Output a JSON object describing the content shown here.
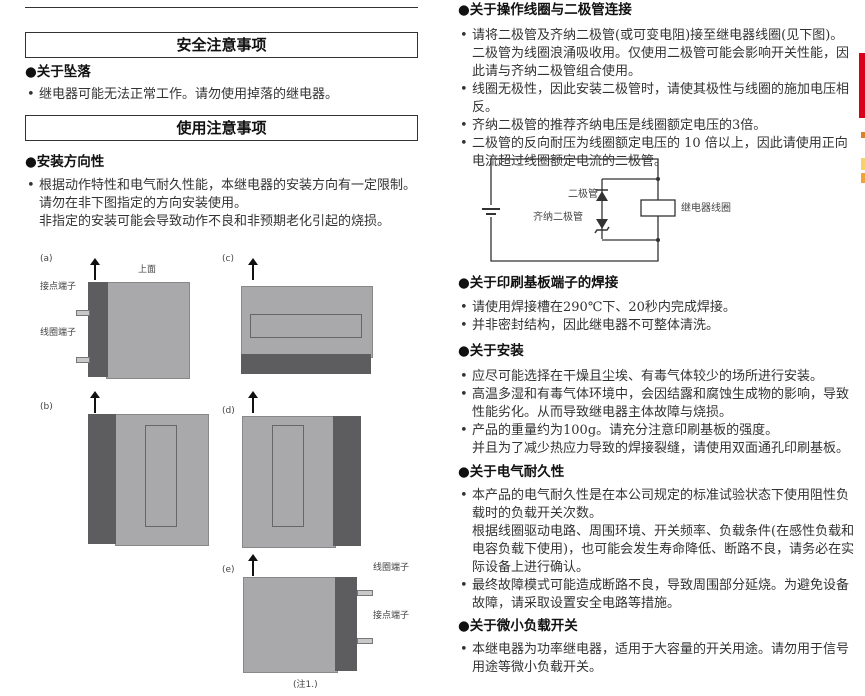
{
  "left": {
    "safety_title": "安全注意事项",
    "fall": {
      "heading": "●关于坠落",
      "bullets": [
        "继电器可能无法正常工作。请勿使用掉落的继电器。"
      ]
    },
    "usage_title": "使用注意事项",
    "orientation": {
      "heading": "●安装方向性",
      "lines": [
        "根据动作特性和电气耐久性能，本继电器的安装方向有一定限制。",
        "请勿在非下图指定的方向安装使用。",
        "非指定的安装可能会导致动作不良和非预期老化引起的烧损。"
      ]
    },
    "figure": {
      "labels": [
        "(a)",
        "(b)",
        "(c)",
        "(d)",
        "(e)"
      ],
      "top_label": "上面",
      "contact_terminal": "接点端子",
      "coil_terminal": "线圈端子",
      "note": "(注1.)"
    }
  },
  "right": {
    "diode": {
      "heading": "●关于操作线圈与二极管连接",
      "bullets": [
        [
          "请将二极管及齐纳二极管(或可变电阻)接至继电器线圈(见下图)。",
          "二极管为线圈浪涌吸收用。仅使用二极管可能会影响开关性能，因此请与齐纳二极管组合使用。"
        ],
        [
          "线圈无极性，因此安装二极管时，请使其极性与线圈的施加电压相反。"
        ],
        [
          "齐纳二极管的推荐齐纳电压是线圈额定电压的3倍。"
        ],
        [
          "二极管的反向耐压为线圈额定电压的 10 倍以上，因此请使用正向电流超过线圈额定电流的二极管。"
        ]
      ],
      "circuit": {
        "diode": "二极管",
        "zener": "齐纳二极管",
        "coil": "继电器线圈"
      }
    },
    "soldering": {
      "heading": "●关于印刷基板端子的焊接",
      "bullets": [
        [
          "请使用焊接槽在290℃下、20秒内完成焊接。"
        ],
        [
          "并非密封结构，因此继电器不可整体清洗。"
        ]
      ]
    },
    "install": {
      "heading": "●关于安装",
      "bullets": [
        [
          "应尽可能选择在干燥且尘埃、有毒气体较少的场所进行安装。"
        ],
        [
          "高温多湿和有毒气体环境中，会因结露和腐蚀生成物的影响，导致性能劣化。从而导致继电器主体故障与烧损。"
        ],
        [
          "产品的重量约为100g。请充分注意印刷基板的强度。",
          "并且为了减少热应力导致的焊接裂缝，请使用双面通孔印刷基板。"
        ]
      ]
    },
    "endurance": {
      "heading": "●关于电气耐久性",
      "bullets": [
        [
          "本产品的电气耐久性是在本公司规定的标准试验状态下使用阻性负载时的负载开关次数。",
          "根据线圈驱动电路、周围环境、开关频率、负载条件(在感性负载和电容负载下使用)，也可能会发生寿命降低、断路不良，请务必在实际设备上进行确认。"
        ],
        [
          "最终故障模式可能造成断路不良，导致周围部分延烧。为避免设备故障，请采取设置安全电路等措施。"
        ]
      ]
    },
    "microload": {
      "heading": "●关于微小负载开关",
      "bullets": [
        [
          "本继电器为功率继电器，适用于大容量的开关用途。请勿用于信号用途等微小负载开关。"
        ]
      ]
    }
  },
  "colors": {
    "accent_red": "#d9001b",
    "accent_orange": "#f3a33a"
  }
}
